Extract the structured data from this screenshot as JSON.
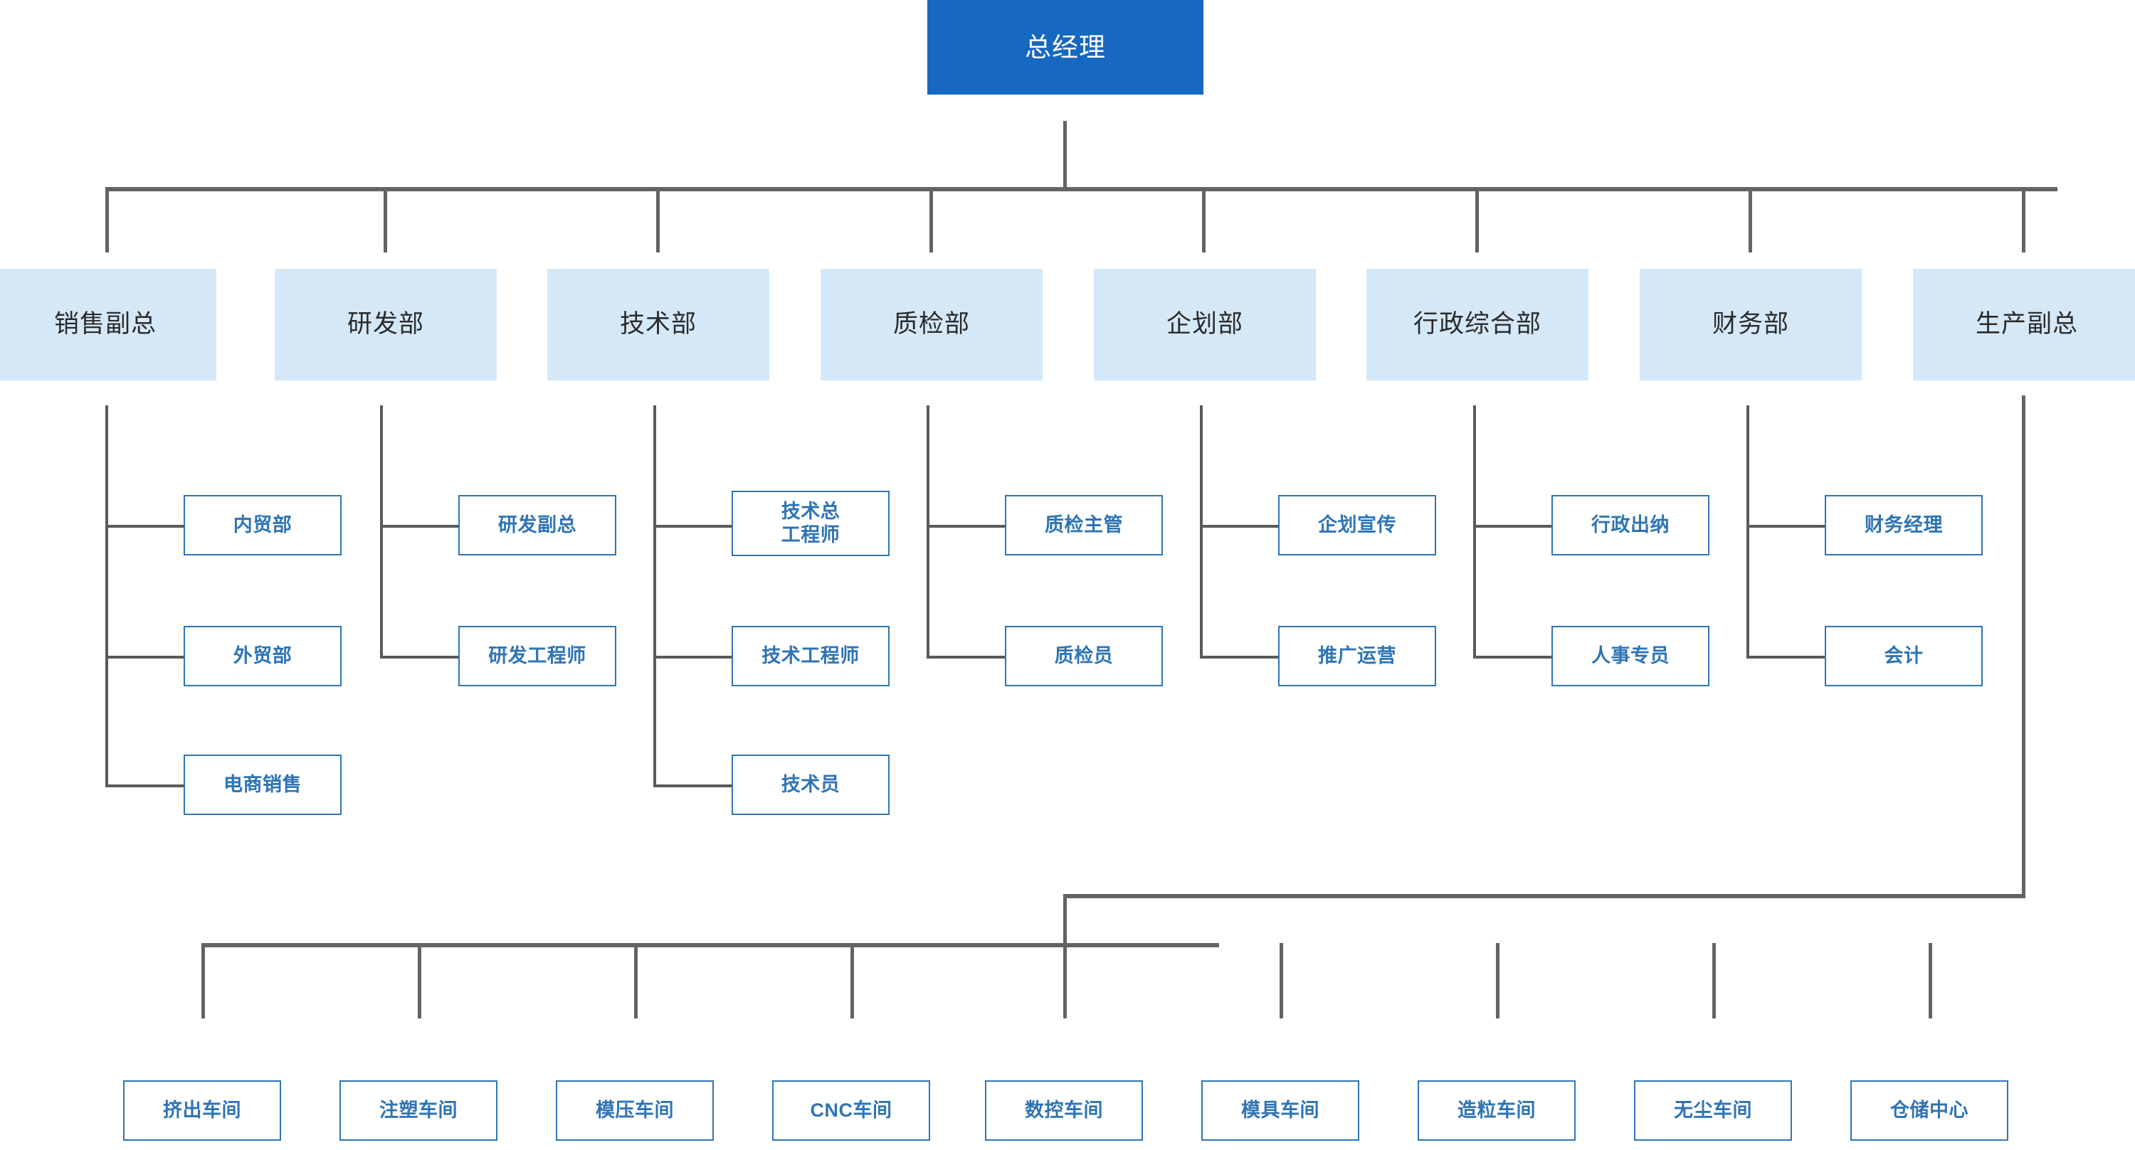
{
  "chart_data": {
    "type": "diagram",
    "title": "公司组织架构图",
    "diagram_kind": "org-chart",
    "colors": {
      "root_fill": "#1668c1",
      "root_text": "#ffffff",
      "dept_fill": "#d4e8f8",
      "dept_text": "#2b2b2b",
      "sub_border": "#2e75b6",
      "sub_text": "#2e74b5",
      "sub_fill": "#ffffff",
      "connector": "#636363",
      "background": "#ffffff"
    },
    "levels": 4,
    "node_count": 34
  },
  "root": {
    "label": "总经理"
  },
  "departments": [
    {
      "id": "sales-vp",
      "label": "销售副总",
      "children": [
        {
          "label": "内贸部"
        },
        {
          "label": "外贸部"
        },
        {
          "label": "电商销售"
        }
      ]
    },
    {
      "id": "rd-dept",
      "label": "研发部",
      "children": [
        {
          "label": "研发副总"
        },
        {
          "label": "研发工程师"
        }
      ]
    },
    {
      "id": "tech-dept",
      "label": "技术部",
      "children": [
        {
          "label": "技术总\n工程师"
        },
        {
          "label": "技术工程师"
        },
        {
          "label": "技术员"
        }
      ]
    },
    {
      "id": "qc-dept",
      "label": "质检部",
      "children": [
        {
          "label": "质检主管"
        },
        {
          "label": "质检员"
        }
      ]
    },
    {
      "id": "planning-dept",
      "label": "企划部",
      "children": [
        {
          "label": "企划宣传"
        },
        {
          "label": "推广运营"
        }
      ]
    },
    {
      "id": "admin-dept",
      "label": "行政综合部",
      "children": [
        {
          "label": "行政出纳"
        },
        {
          "label": "人事专员"
        }
      ]
    },
    {
      "id": "finance-dept",
      "label": "财务部",
      "children": [
        {
          "label": "财务经理"
        },
        {
          "label": "会计"
        }
      ]
    },
    {
      "id": "production-vp",
      "label": "生产副总",
      "children": []
    }
  ],
  "workshops": [
    {
      "label": "挤出车间"
    },
    {
      "label": "注塑车间"
    },
    {
      "label": "模压车间"
    },
    {
      "label": "CNC车间"
    },
    {
      "label": "数控车间"
    },
    {
      "label": "模具车间"
    },
    {
      "label": "造粒车间"
    },
    {
      "label": "无尘车间"
    },
    {
      "label": "仓储中心"
    }
  ]
}
